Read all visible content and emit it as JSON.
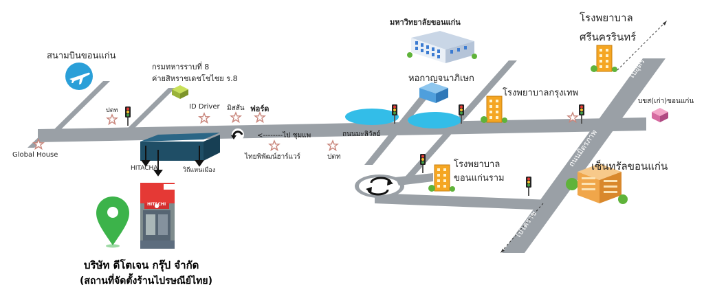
{
  "colors": {
    "road": "#9aa0a6",
    "road_edge": "#eef0f2",
    "pond": "#33bde8",
    "building_dark": "#1f4e66",
    "pin": "#3cb34a",
    "plane_circle": "#2a9fd8",
    "star": "#c8847a",
    "text": "#222222",
    "bold_text": "#000000"
  },
  "landmarks": {
    "airport": "สนามบินขอนแก่น",
    "military_line1": "กรมทหารราบที่ 8",
    "military_line2": "ค่ายสิหราชเดชโชไชย ร.8",
    "khon_kaen_university": "มหาวิทยาลัยขอนแก่น",
    "srinagarind_line1": "โรงพยาบาล",
    "srinagarind_line2": "ศรีนครรินทร์",
    "kanjanapisek": "หอกาญจนาภิเษก",
    "bangkok_hospital": "โรงพยาบาลกรุงเทพ",
    "old_bus_terminal": "บขส(เก่า)ขอนแก่น",
    "khonkaen_ram_line1": "โรงพยาบาล",
    "khonkaen_ram_line2": "ขอนแก่นราม",
    "central": "เซ็นทรัลขอนแก่น",
    "global_house": "Global House",
    "ptt_1": "ปตท",
    "ptt_2": "ปตท",
    "id_driver": "ID Driver",
    "mitsubishi": "มิสสัน",
    "ford": "ฟอร์ด",
    "hitachi": "HITACHA",
    "vithi_laem_muang": "วิถีแหนเมือง",
    "thai_pipat": "ไทยพิพัฒน์ฮาร์แวร์"
  },
  "roads": {
    "to_chum_phae": "<--------ไป ชุมแพ",
    "mittraphap_label": "ถนนมะลิวัลย์",
    "mittraphap_road": "ถนนมิตรภาพ",
    "to_udon": "ไปอุดร",
    "to_khorat": "ไปโคราช"
  },
  "company": {
    "name": "บริษัท ดีโตเจน กรุ๊ป จำกัด",
    "note": "(สถานที่จัดตั้งร้านไปรษณีย์ไทย)",
    "shop_sign": "HITACHI"
  },
  "icons": {
    "airport": "airplane-icon",
    "location": "map-pin-icon",
    "roundabout": "roundabout-icon",
    "u_turn": "u-turn-icon",
    "traffic_light": "traffic-light-icon",
    "landmark_star": "star-icon"
  }
}
